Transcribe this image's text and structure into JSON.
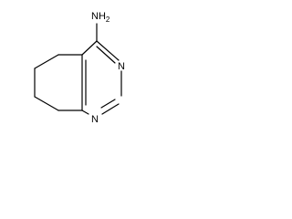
{
  "molecule": {
    "amine_label": "NH",
    "amine_subscript": "2",
    "ring_nitrogen_upper": "N",
    "ring_nitrogen_lower": "N"
  }
}
